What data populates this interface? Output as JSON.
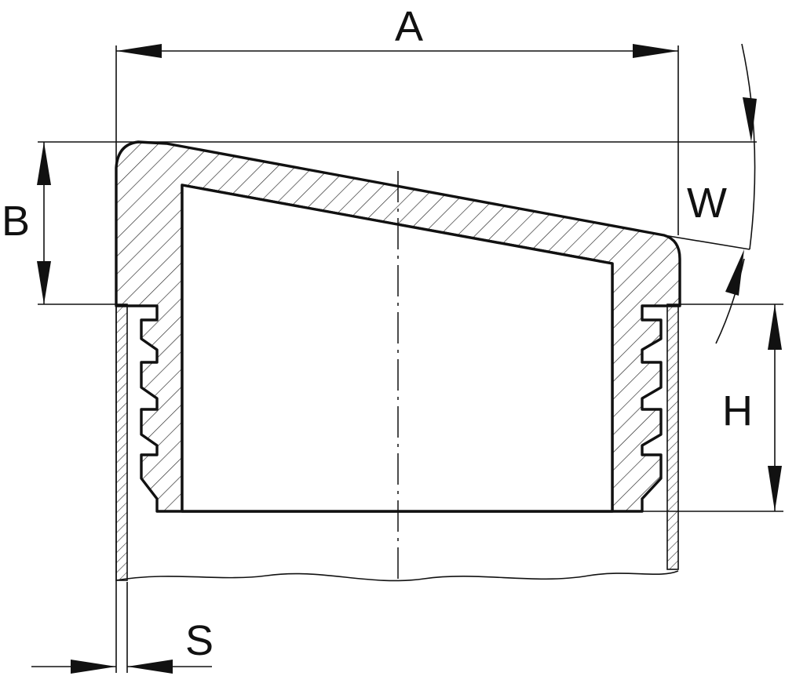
{
  "labels": {
    "A": "A",
    "B": "B",
    "W": "W",
    "H": "H",
    "S": "S"
  }
}
